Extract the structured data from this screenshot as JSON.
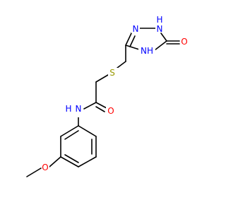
{
  "molecule": {
    "atoms": [
      {
        "id": "s1",
        "label": "S",
        "color": "#999900"
      },
      {
        "id": "n_amide",
        "label": "N",
        "color": "#0000ff"
      },
      {
        "id": "h_amide",
        "label": "H",
        "color": "#0000ff"
      },
      {
        "id": "o_carbonyl",
        "label": "O",
        "color": "#ff0000"
      },
      {
        "id": "o_methoxy",
        "label": "O",
        "color": "#ff0000"
      },
      {
        "id": "n_ring_top",
        "label": "N",
        "color": "#0000ff"
      },
      {
        "id": "nh_ring_1",
        "label": "H",
        "color": "#0000ff"
      },
      {
        "id": "n_ring_1",
        "label": "N",
        "color": "#0000ff"
      },
      {
        "id": "o_ring",
        "label": "O",
        "color": "#ff0000"
      },
      {
        "id": "nh_ring_4",
        "label": "NH",
        "color": "#0000ff"
      }
    ],
    "colors": {
      "bond": "#000000",
      "nitrogen": "#0000ff",
      "oxygen": "#ff0000",
      "sulfur": "#999900"
    }
  }
}
